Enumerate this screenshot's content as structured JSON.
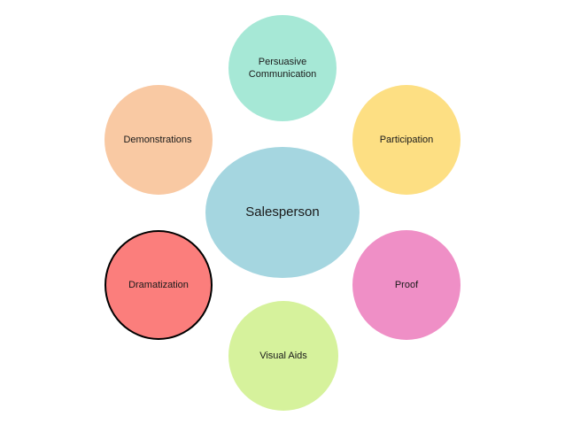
{
  "diagram": {
    "center": {
      "label": "Salesperson",
      "color": "#A5D6E0"
    },
    "nodes": [
      {
        "id": "persuasive",
        "label": "Persuasive\nCommunication",
        "color": "#A6E8D6"
      },
      {
        "id": "participation",
        "label": "Participation",
        "color": "#FDDF83"
      },
      {
        "id": "proof",
        "label": "Proof",
        "color": "#EF8FC6"
      },
      {
        "id": "visual-aids",
        "label": "Visual Aids",
        "color": "#D6F29C"
      },
      {
        "id": "dramatization",
        "label": "Dramatization",
        "color": "#FB7E7C"
      },
      {
        "id": "demonstrations",
        "label": "Demonstrations",
        "color": "#F9C9A3"
      }
    ]
  }
}
